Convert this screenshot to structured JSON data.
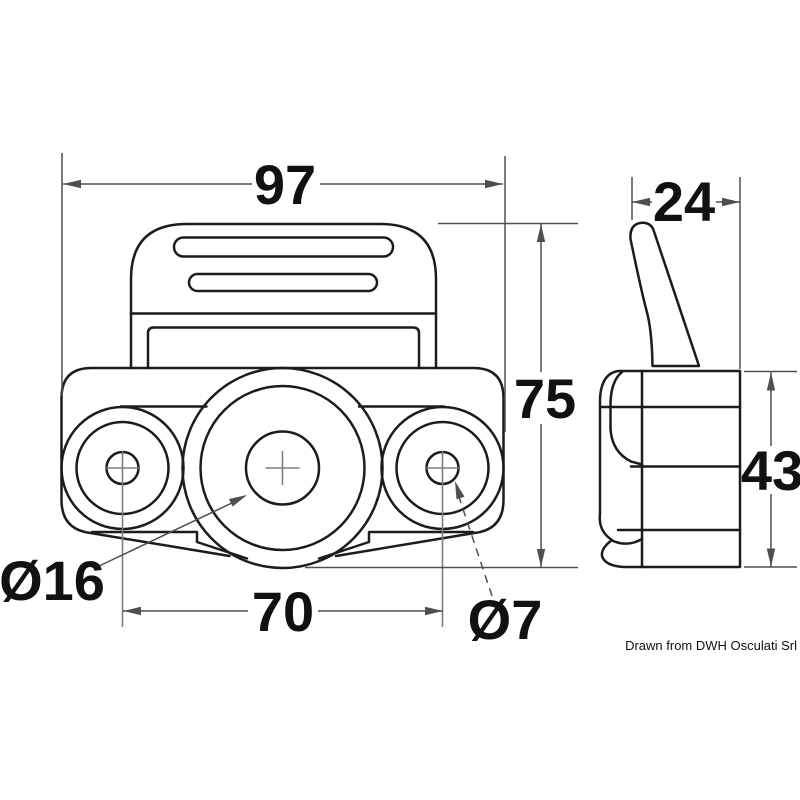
{
  "drawing": {
    "credit": "Drawn from DWH Osculati Srl",
    "dimensions": {
      "overall_width": "97",
      "lever_depth": "24",
      "overall_height": "75",
      "side_height": "43",
      "hole_spacing": "70",
      "center_hole_diameter": "Ø16",
      "mount_hole_diameter": "Ø7"
    },
    "colors": {
      "outline": "#1c1c1c",
      "dimension": "#4f4f4f",
      "centerline": "#7d7d7d",
      "text": "#111111",
      "background": "#ffffff"
    }
  }
}
